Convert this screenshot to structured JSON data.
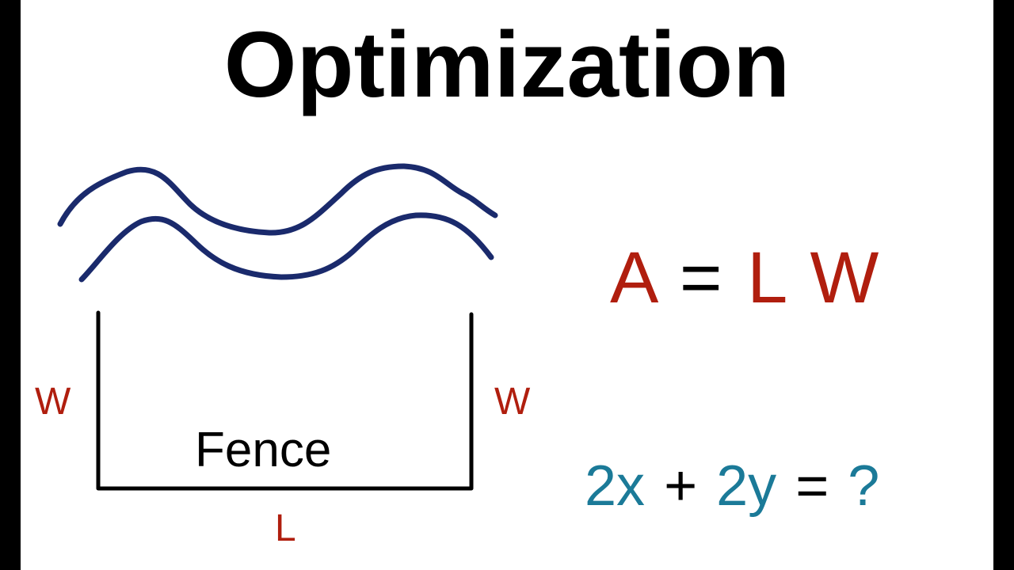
{
  "title": "Optimization",
  "diagram": {
    "river_icon": "river-wave-icon",
    "fence_label": "Fence",
    "left_side_label": "W",
    "right_side_label": "W",
    "bottom_side_label": "L"
  },
  "equations": {
    "area": {
      "lhs": "A",
      "op": "=",
      "rhs_1": "L",
      "rhs_2": "W"
    },
    "perimeter": {
      "term_1": "2x",
      "plus": "+",
      "term_2": "2y",
      "equals": "=",
      "rhs": "?"
    }
  },
  "colors": {
    "label_red": "#b01e0e",
    "equation_teal": "#1b7a98",
    "river_navy": "#1a2a6c",
    "ink": "#000000",
    "background": "#ffffff"
  }
}
